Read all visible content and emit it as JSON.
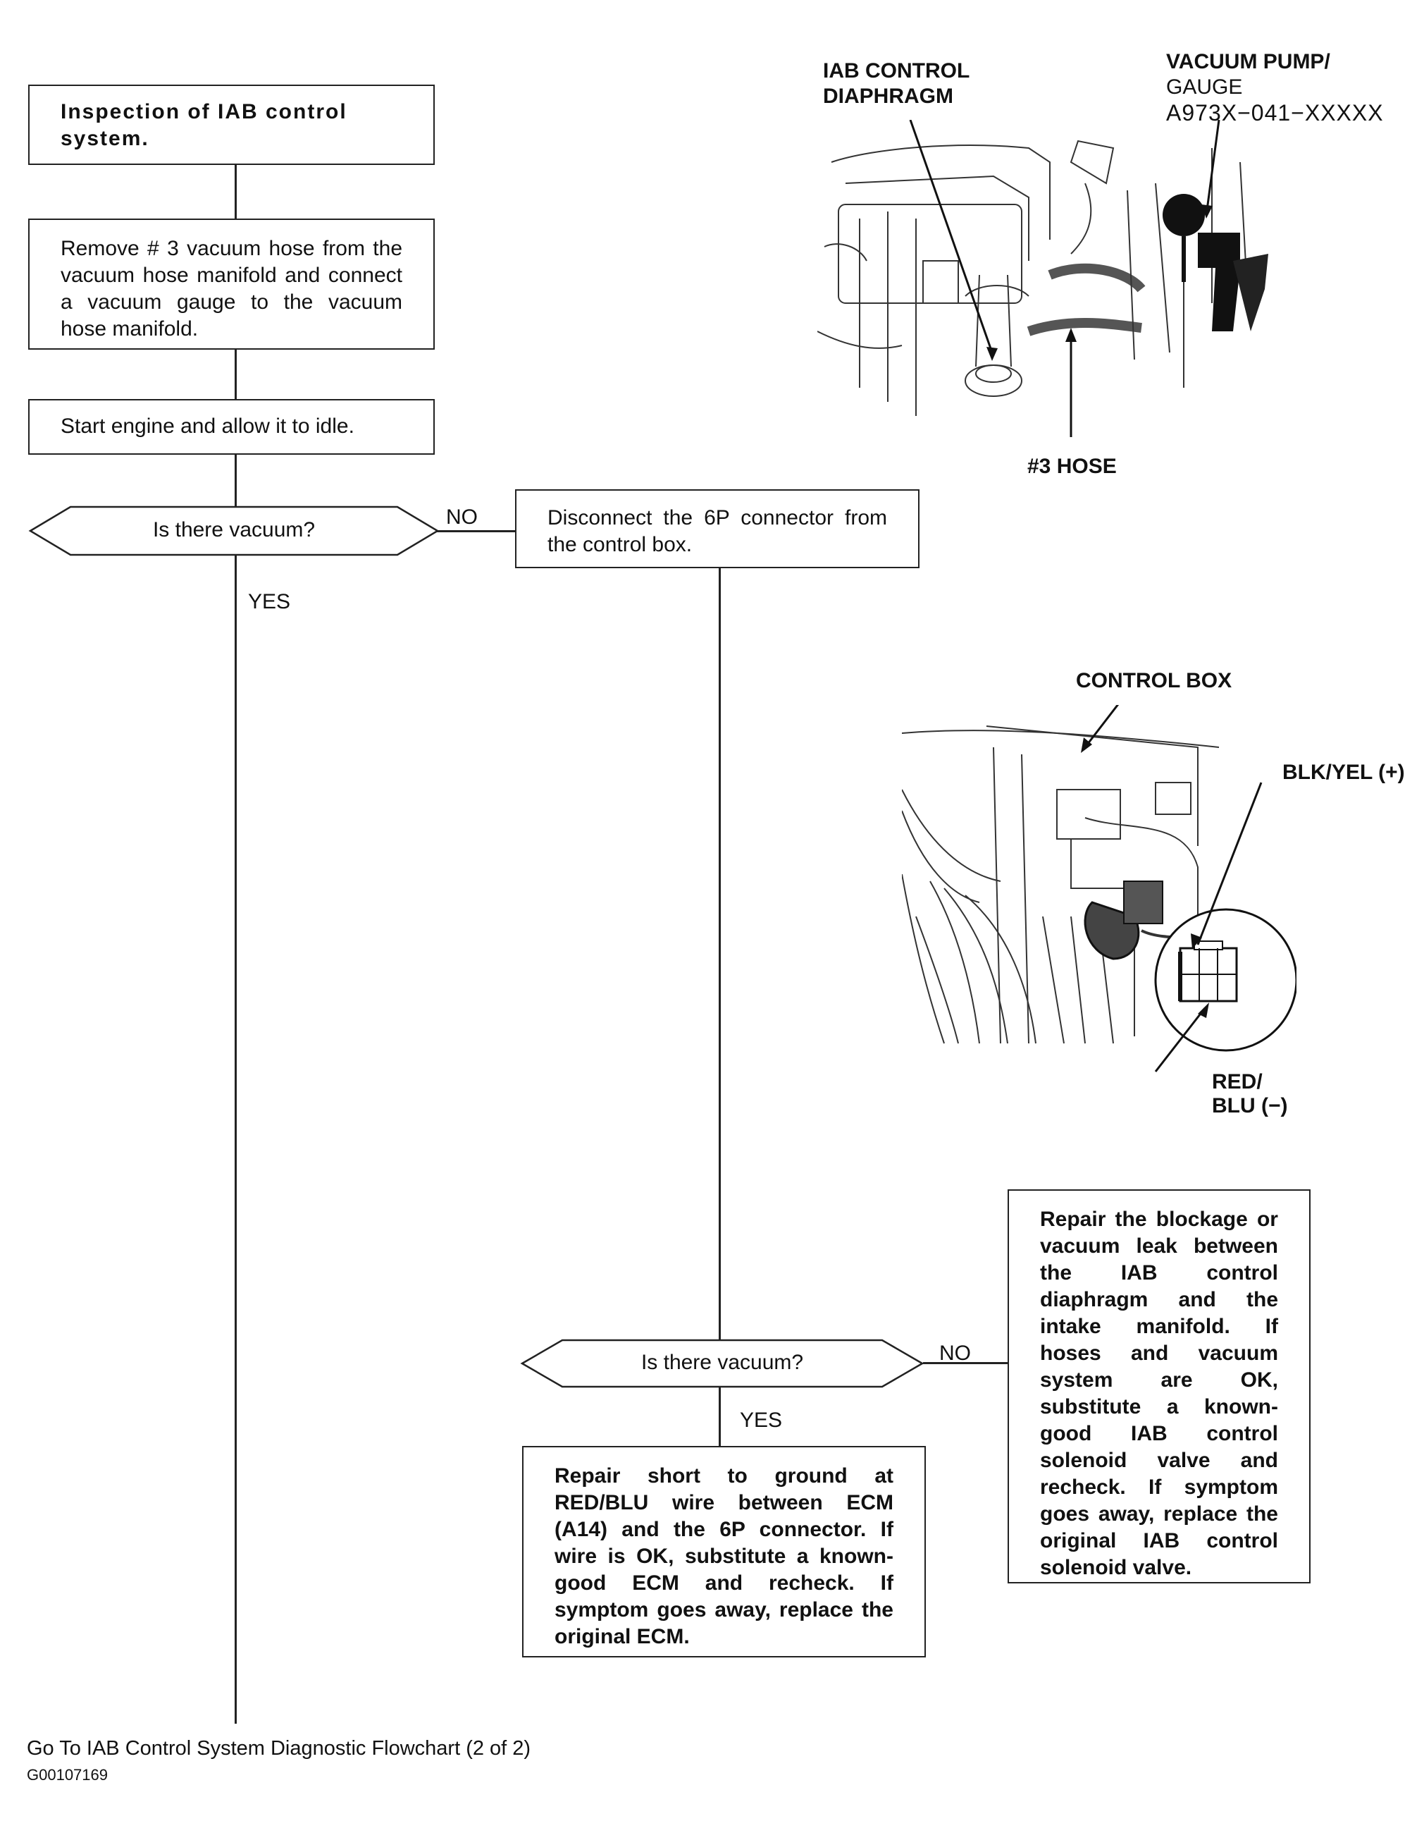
{
  "flowchart": {
    "step1": "Inspection of IAB control system.",
    "step2": "Remove # 3 vacuum hose from the vacuum hose manifold and connect a vacuum gauge to the vacuum hose manifold.",
    "step3": "Start engine and allow it to idle.",
    "decision1": "Is there vacuum?",
    "decision1_no": "NO",
    "decision1_yes": "YES",
    "step4": "Disconnect the 6P connector from the control box.",
    "decision2": "Is there vacuum?",
    "decision2_no": "NO",
    "decision2_yes": "YES",
    "result_yes": "Repair short to ground at RED/BLU wire between ECM (A14) and the 6P connector. If wire is OK, substitute a known-good ECM and recheck. If symptom goes away, replace the original ECM.",
    "result_no": "Repair the blockage or vacuum leak between the IAB control diaphragm and the intake manifold. If hoses and vacuum system are OK, substitute a known-good IAB control solenoid valve and recheck. If symptom goes away, replace the original IAB control solenoid valve."
  },
  "figure1": {
    "label_diaphragm_1": "IAB CONTROL",
    "label_diaphragm_2": "DIAPHRAGM",
    "label_pump_1": "VACUUM PUMP/",
    "label_pump_2": "GAUGE",
    "label_pump_3": "A973X−041−XXXXX",
    "label_hose": "#3 HOSE"
  },
  "figure2": {
    "label_control_box": "CONTROL BOX",
    "label_blk": "BLK/YEL (+)",
    "label_red_1": "RED/",
    "label_red_2": "BLU (−)"
  },
  "footer": {
    "link": "Go To IAB Control System Diagnostic Flowchart (2 of 2)",
    "code": "G00107169"
  }
}
